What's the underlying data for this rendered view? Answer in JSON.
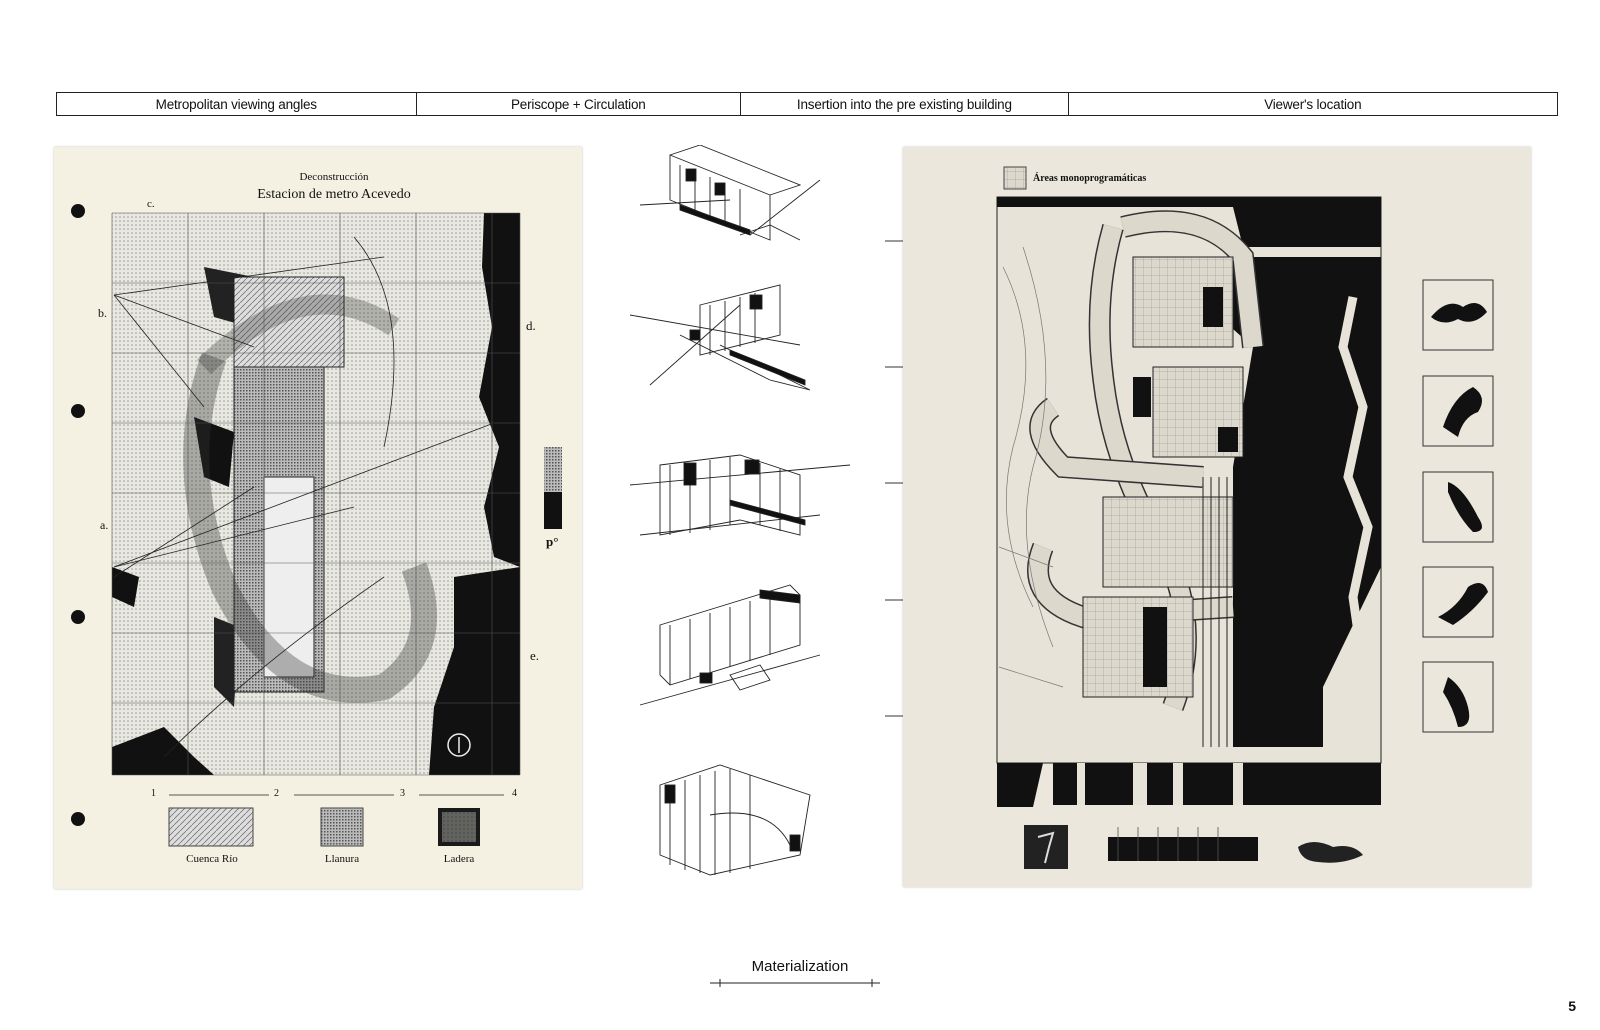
{
  "header": {
    "cells": [
      "Metropolitan viewing angles",
      "Periscope + Circulation",
      "Insertion into the pre  existing building",
      "Viewer's location"
    ]
  },
  "plan": {
    "title_small": "Deconstrucción",
    "title_main": "Estacion de metro Acevedo",
    "markers": [
      "c.",
      "b.",
      "d.",
      "a.",
      "e."
    ],
    "legend_label": "p°",
    "grid_numbers": [
      "1",
      "2",
      "3",
      "4"
    ],
    "swatches": [
      "Cuenca Río",
      "Llanura",
      "Ladera"
    ]
  },
  "insertion": {
    "legend_label": "Áreas monoprogramáticas"
  },
  "footer": {
    "caption": "Materialization",
    "page_number": "5"
  },
  "colors": {
    "paper_left": "#f4f1e2",
    "paper_right": "#ebe7dd",
    "ink": "#111111"
  }
}
